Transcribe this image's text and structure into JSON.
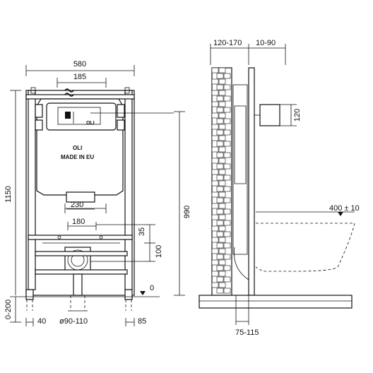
{
  "front_view": {
    "width_total": "580",
    "width_flush": "185",
    "height_total": "1150",
    "height_outlet": "990",
    "foot_adjust": "0-200",
    "foot_offset": "40",
    "drain_diameter": "ø90-110",
    "side_offset": "85",
    "bolt_spacing_top": "230",
    "bolt_spacing_bottom": "180",
    "bolt_offset": "35",
    "bolt_vertical": "100",
    "floor_level": "0",
    "brand": "OLI",
    "made_in": "MADE IN EU",
    "button_brand": "OLI"
  },
  "side_view": {
    "wall_depth": "120-170",
    "frame_offset": "10-90",
    "inlet_height": "120",
    "bowl_projection": "400 ± 10",
    "floor_depth": "75-115"
  }
}
